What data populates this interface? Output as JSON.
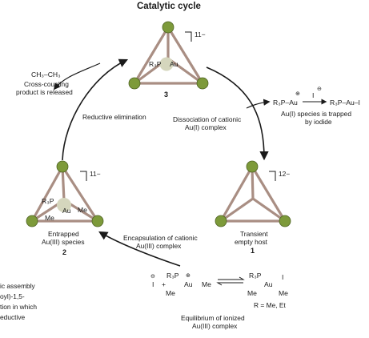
{
  "title": "Catalytic cycle",
  "colors": {
    "edge": "#a98e83",
    "node": "#7d9a3a",
    "node_stroke": "#4f6424",
    "metal": "#d5d6bd",
    "arrow": "#1a1a1a"
  },
  "cage_top": {
    "charge": "11−",
    "metal_label": "Au",
    "ligand_label": "R₃P",
    "number": "3"
  },
  "cage_right": {
    "charge": "12−",
    "caption_line1": "Transient",
    "caption_line2": "empty host",
    "number": "1"
  },
  "cage_left": {
    "charge": "11−",
    "ligand_label": "R₃P",
    "metal_label": "Au",
    "me_right": "Me",
    "me_left": "Me",
    "caption_line1": "Entrapped",
    "caption_line2": "Au(III) species",
    "number": "2"
  },
  "steps": {
    "reductive_elimination": "Reductive elimination",
    "dissociation_line1": "Dissociation of cationic",
    "dissociation_line2": "Au(I) complex",
    "encapsulation_line1": "Encapsulation of cationic",
    "encapsulation_line2": "Au(III) complex"
  },
  "product": {
    "formula": "CH₃–CH₃",
    "line1": "Cross-coupling",
    "line2": "product is released"
  },
  "iodide_trap": {
    "left": "R₃P–Au",
    "plus": "⊕",
    "iodide": "I",
    "minus": "⊖",
    "right": "R₃P–Au–I",
    "caption_line1": "Au(I) species is trapped",
    "caption_line2": "by iodide"
  },
  "equilibrium": {
    "iodide": "I",
    "minus": "⊖",
    "plus_sign": "+",
    "cation": "R₃P",
    "cation_au": "Au",
    "cation_me": "Me",
    "cation_me2": "Me",
    "cation_charge": "⊕",
    "neutral": "R₃P",
    "neutral_au": "Au",
    "neutral_i": "I",
    "neutral_me1": "Me",
    "neutral_me2": "Me",
    "r_def": "R = Me, Et",
    "caption_line1": "Equilibrium of ionized",
    "caption_line2": "Au(III) complex"
  },
  "side_text": {
    "line1": "ic assembly",
    "line2": "oyl)-1,5-",
    "line3": "tion in which",
    "line4": "eductive"
  }
}
